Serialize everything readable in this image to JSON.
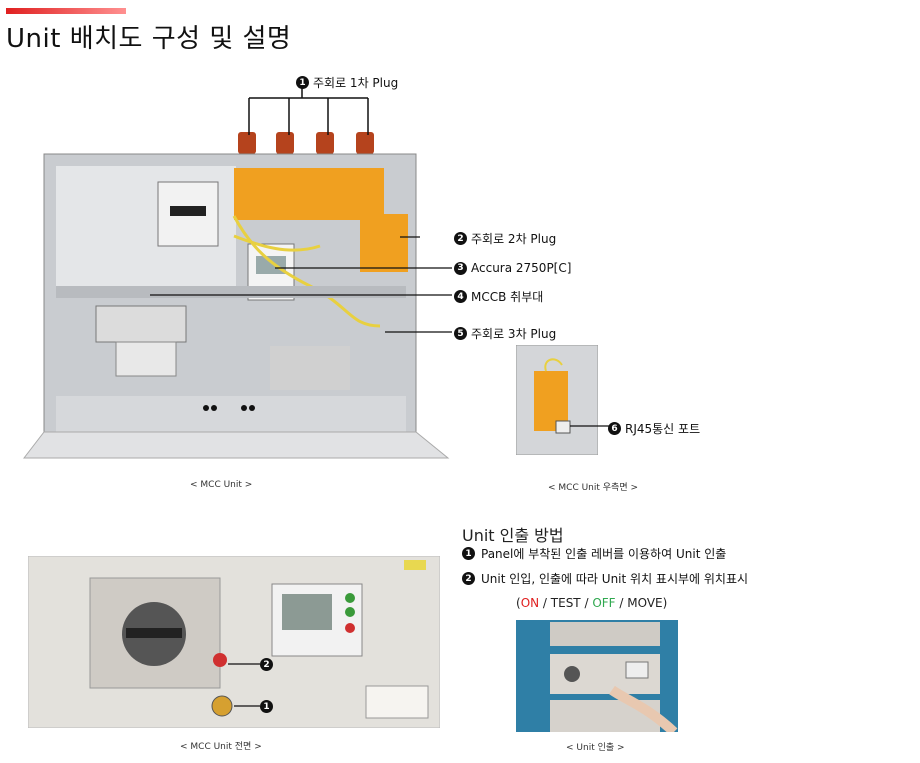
{
  "page": {
    "title": "Unit 배치도 구성 및 설명"
  },
  "callouts": [
    {
      "num": "1",
      "text": "주회로 1차 Plug"
    },
    {
      "num": "2",
      "text": "주회로 2차 Plug"
    },
    {
      "num": "3",
      "text": "Accura 2750P[C]"
    },
    {
      "num": "4",
      "text": "MCCB 취부대"
    },
    {
      "num": "5",
      "text": "주회로 3차 Plug"
    },
    {
      "num": "6",
      "text": "RJ45통신 포트"
    }
  ],
  "captions": {
    "unit": "< MCC Unit >",
    "side": "< MCC Unit 우측면 >",
    "front": "< MCC Unit 전면 >",
    "withdraw": "< Unit 인출 >"
  },
  "method": {
    "title": "Unit 인출 방법",
    "steps": [
      {
        "num": "1",
        "text": "Panel에 부착된 인출 레버를 이용하여 Unit 인출"
      },
      {
        "num": "2",
        "text": "Unit 인입, 인출에 따라 Unit 위치 표시부에 위치표시"
      }
    ],
    "status": {
      "open": "(",
      "on": "ON",
      "sep1": " / ",
      "test": "TEST",
      "sep2": " / ",
      "off": "OFF",
      "sep3": " / ",
      "move": "MOVE",
      "close": ")"
    }
  },
  "front_markers": [
    {
      "num": "2"
    },
    {
      "num": "1"
    }
  ],
  "colors": {
    "accent": "#e02020",
    "on": "#e02020",
    "off": "#2fa84f",
    "plug": "#b5431d",
    "terminal": "#f0a020"
  }
}
